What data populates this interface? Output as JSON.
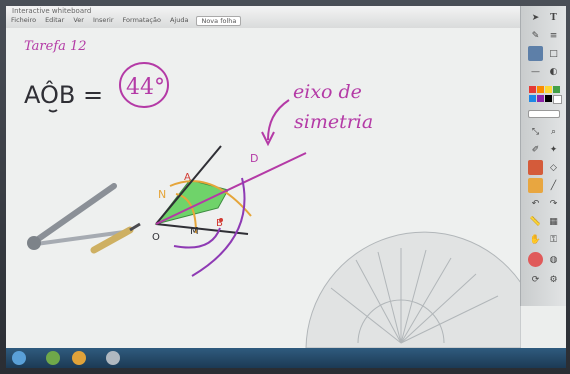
{
  "window": {
    "title": "Interactive whiteboard",
    "menu": [
      "Ficheiro",
      "Editar",
      "Ver",
      "Inserir",
      "Formatação",
      "Ajuda"
    ],
    "active_tab": "Nova folha"
  },
  "board": {
    "title_text": "Tarefa 12",
    "angle_expression": "AÔB =",
    "angle_value": "44°",
    "annotation_line1": "eixo de",
    "annotation_line2": "simetria",
    "point_labels": [
      "N",
      "A",
      "D",
      "O",
      "M",
      "B"
    ]
  },
  "toolbox": {
    "tools": [
      "pointer-icon",
      "text-icon",
      "pen-icon",
      "highlighter-icon",
      "eraser-icon",
      "shape-icon",
      "line-icon",
      "fill-icon",
      "select-icon",
      "undo-icon",
      "redo-icon",
      "refresh-icon"
    ],
    "colors": [
      "#e53935",
      "#fb8c00",
      "#fdd835",
      "#43a047",
      "#1e88e5",
      "#8e24aa",
      "#000000",
      "#ffffff"
    ]
  },
  "colors": {
    "ink_purple": "#b43aa6",
    "ink_dark": "#2f2f35",
    "fill_green": "#6fd36a",
    "compass_orange": "#e5a53a",
    "ink_red": "#d23a32"
  }
}
